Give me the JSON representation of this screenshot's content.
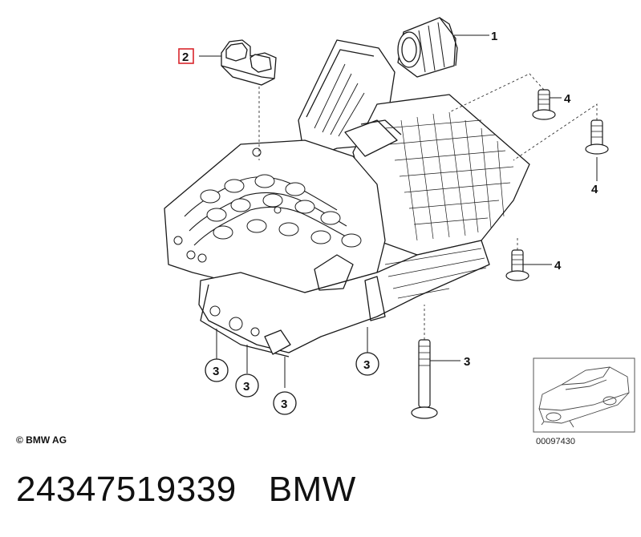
{
  "callouts": {
    "c1": "1",
    "c2": "2",
    "c3a": "3",
    "c3b": "3",
    "c3c": "3",
    "c3d": "3",
    "c3e": "3",
    "c4a": "4",
    "c4b": "4",
    "c4c": "4"
  },
  "copyright": "© BMW AG",
  "thumbnail_code": "00097430",
  "part_number": "24347519339",
  "brand": "BMW",
  "colors": {
    "highlight_box": "#d9262c",
    "line": "#1a1a1a"
  }
}
